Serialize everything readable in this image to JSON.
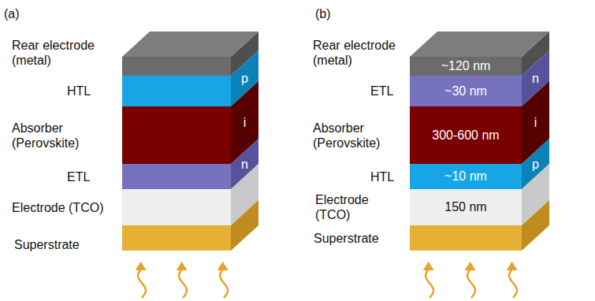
{
  "diagram": {
    "nodes": [
      {
        "text": [
          "~120 nm"
        ]
      },
      {
        "text": [
          "~30 nm"
        ]
      },
      {
        "text": [
          "300-600 nm"
        ]
      },
      {
        "text": [
          "~10 nm"
        ]
      },
      {
        "text": [
          "150 nm"
        ]
      }
    ],
    "labels": [
      "(a)",
      "Rear electrode (metal)",
      "HTL",
      "Absorber (Perovskite)",
      "ETL",
      "Electrode (TCO)",
      "Superstrate",
      "p",
      "i",
      "n",
      "(b)",
      "Rear electrode (metal)",
      "ETL",
      "Absorber (Perovskite)",
      "HTL",
      "Electrode (TCO)",
      "Superstrate",
      "n",
      "i",
      "p"
    ]
  }
}
